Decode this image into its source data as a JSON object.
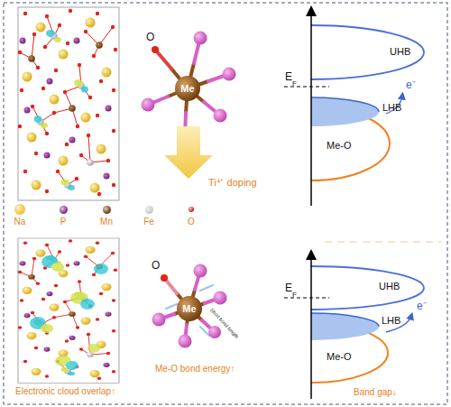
{
  "diagram": {
    "labels": [
      "O",
      "Me",
      "Ti⁴⁺ doping",
      "O",
      "Me",
      "Short bond length",
      "Me-O bond energy↑",
      "Electronic cloud overlap↑",
      "UHB",
      "E",
      "F",
      "LHB",
      "e⁻",
      "Me-O",
      "UHB",
      "E",
      "F",
      "LHB",
      "e⁻",
      "Me-O",
      "Band gap↓"
    ],
    "legend": [
      {
        "text": "Na",
        "color": "#f2c53d"
      },
      {
        "text": "P",
        "color": "#8e2c8e"
      },
      {
        "text": "Mn",
        "color": "#7a4516"
      },
      {
        "text": "Fe",
        "color": "#c9c9d2"
      },
      {
        "text": "O",
        "color": "#e0241b"
      }
    ]
  }
}
